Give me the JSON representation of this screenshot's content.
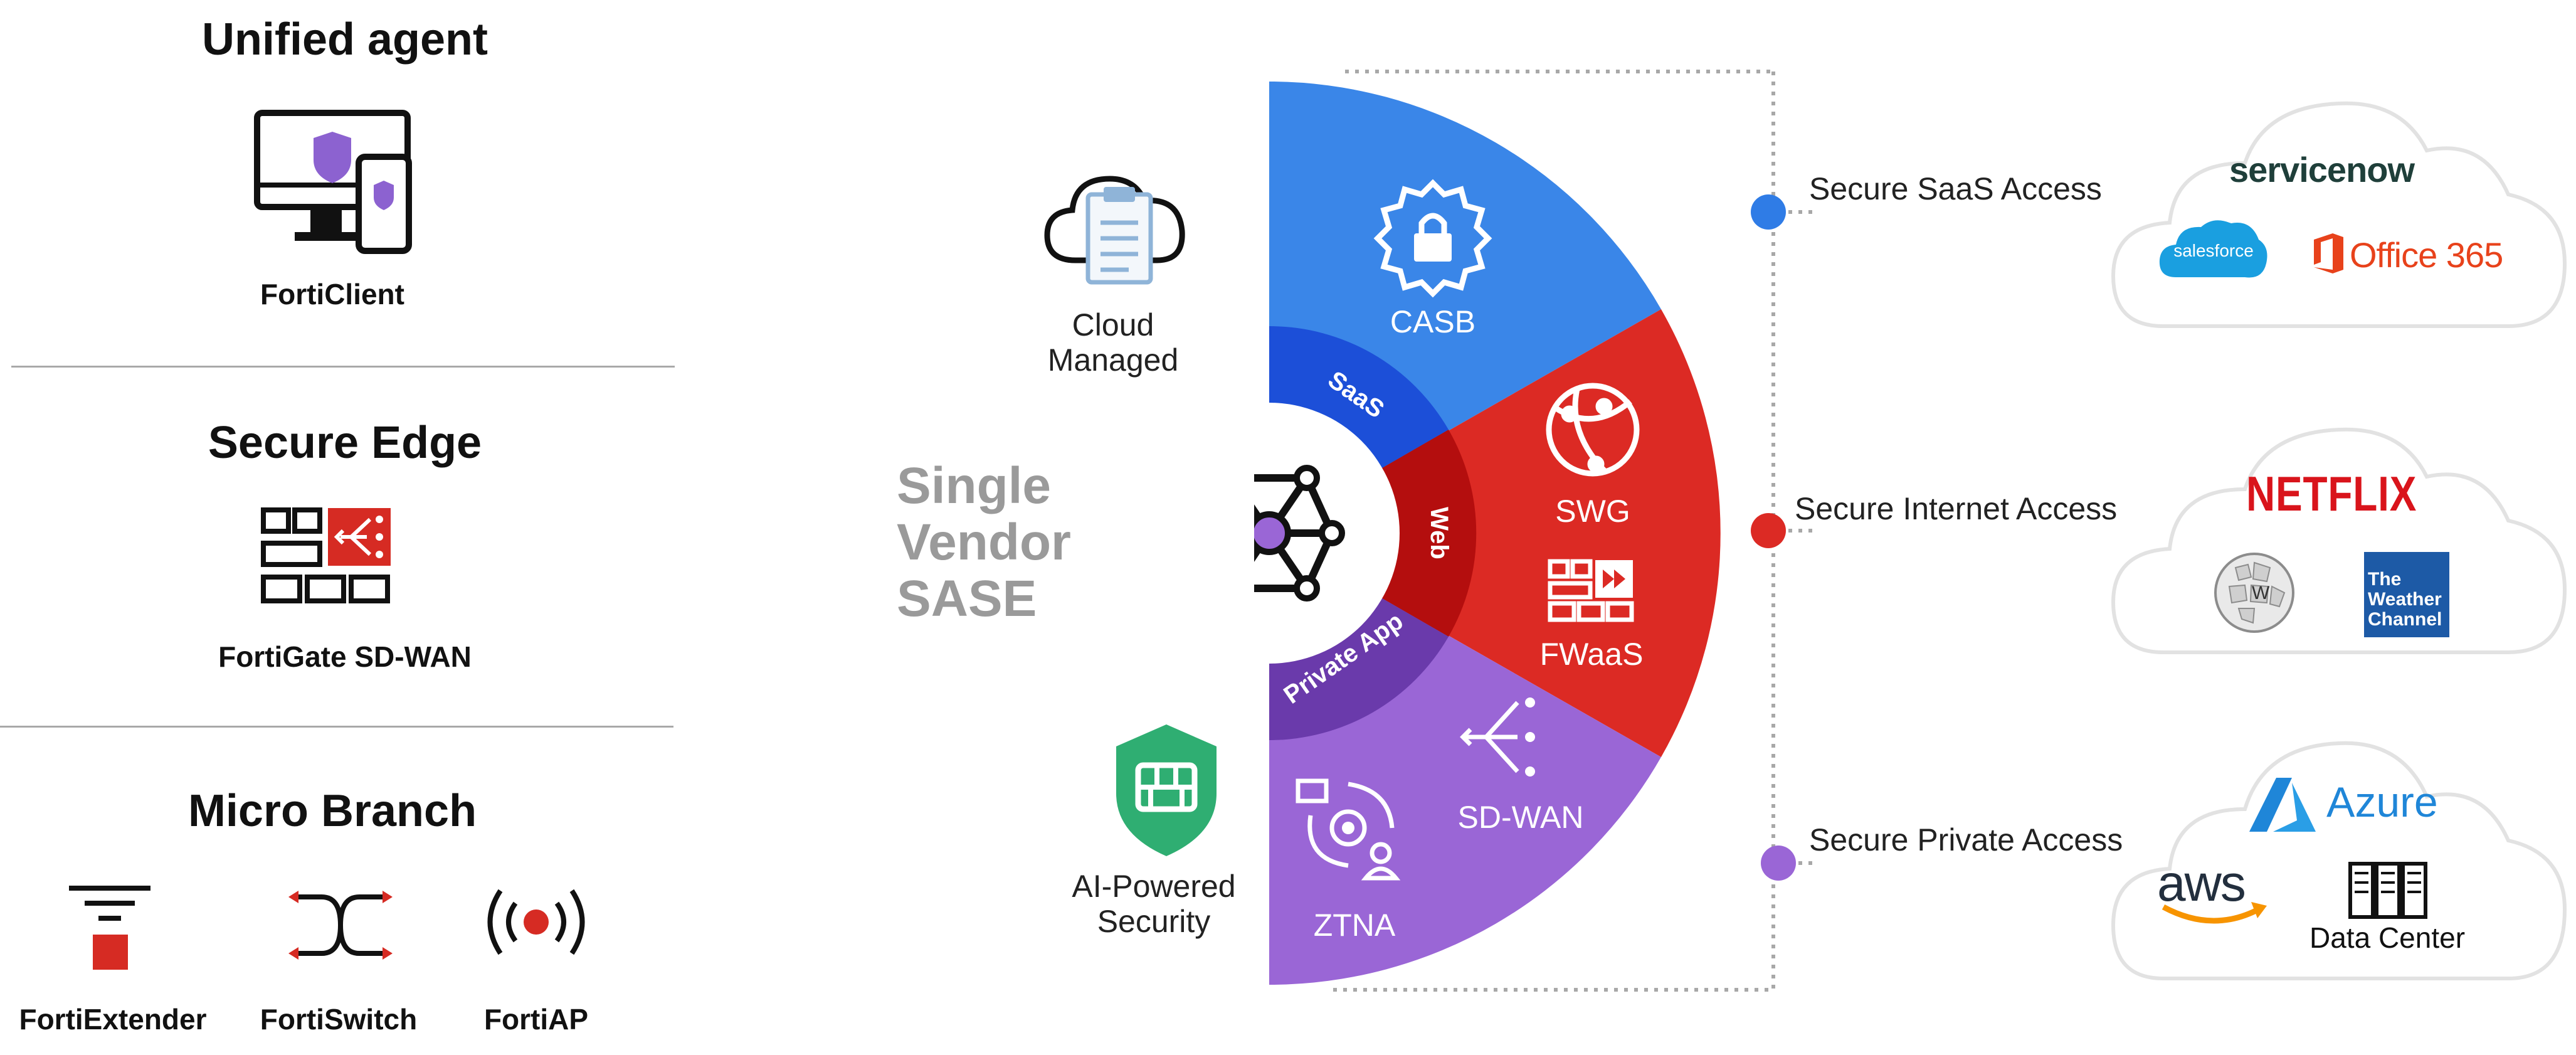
{
  "left_panel": {
    "unified_agent": {
      "title": "Unified agent",
      "product": "FortiClient"
    },
    "secure_edge": {
      "title": "Secure Edge",
      "product": "FortiGate SD-WAN"
    },
    "micro_branch": {
      "title": "Micro Branch",
      "products": [
        "FortiExtender",
        "FortiSwitch",
        "FortiAP"
      ]
    }
  },
  "center": {
    "tagline": [
      "Single",
      "Vendor",
      "SASE"
    ],
    "cloud_managed": [
      "Cloud",
      "Managed"
    ],
    "ai_security": [
      "AI-Powered",
      "Security"
    ]
  },
  "wheel": {
    "inner_segments": [
      "SaaS",
      "Web",
      "Private App"
    ],
    "outer_segments": [
      "CASB",
      "SWG",
      "FWaaS",
      "SD-WAN",
      "ZTNA"
    ],
    "colors": {
      "blue": "#3a86e8",
      "red": "#dc2a24",
      "purple": "#9a66d6",
      "inner_blue": "#1c4fd8",
      "inner_red": "#b40e0e",
      "inner_purple": "#6a3aab"
    }
  },
  "access": {
    "saas": {
      "label": "Secure SaaS Access",
      "dot_color": "#2f7ce6",
      "apps": [
        "servicenow",
        "salesforce",
        "Office 365"
      ]
    },
    "internet": {
      "label": "Secure Internet Access",
      "dot_color": "#dc2a24",
      "apps": [
        "NETFLIX",
        "The Weather Channel"
      ]
    },
    "private": {
      "label": "Secure Private Access",
      "dot_color": "#9a66d6",
      "apps": [
        "Azure",
        "aws",
        "Data Center"
      ]
    }
  }
}
